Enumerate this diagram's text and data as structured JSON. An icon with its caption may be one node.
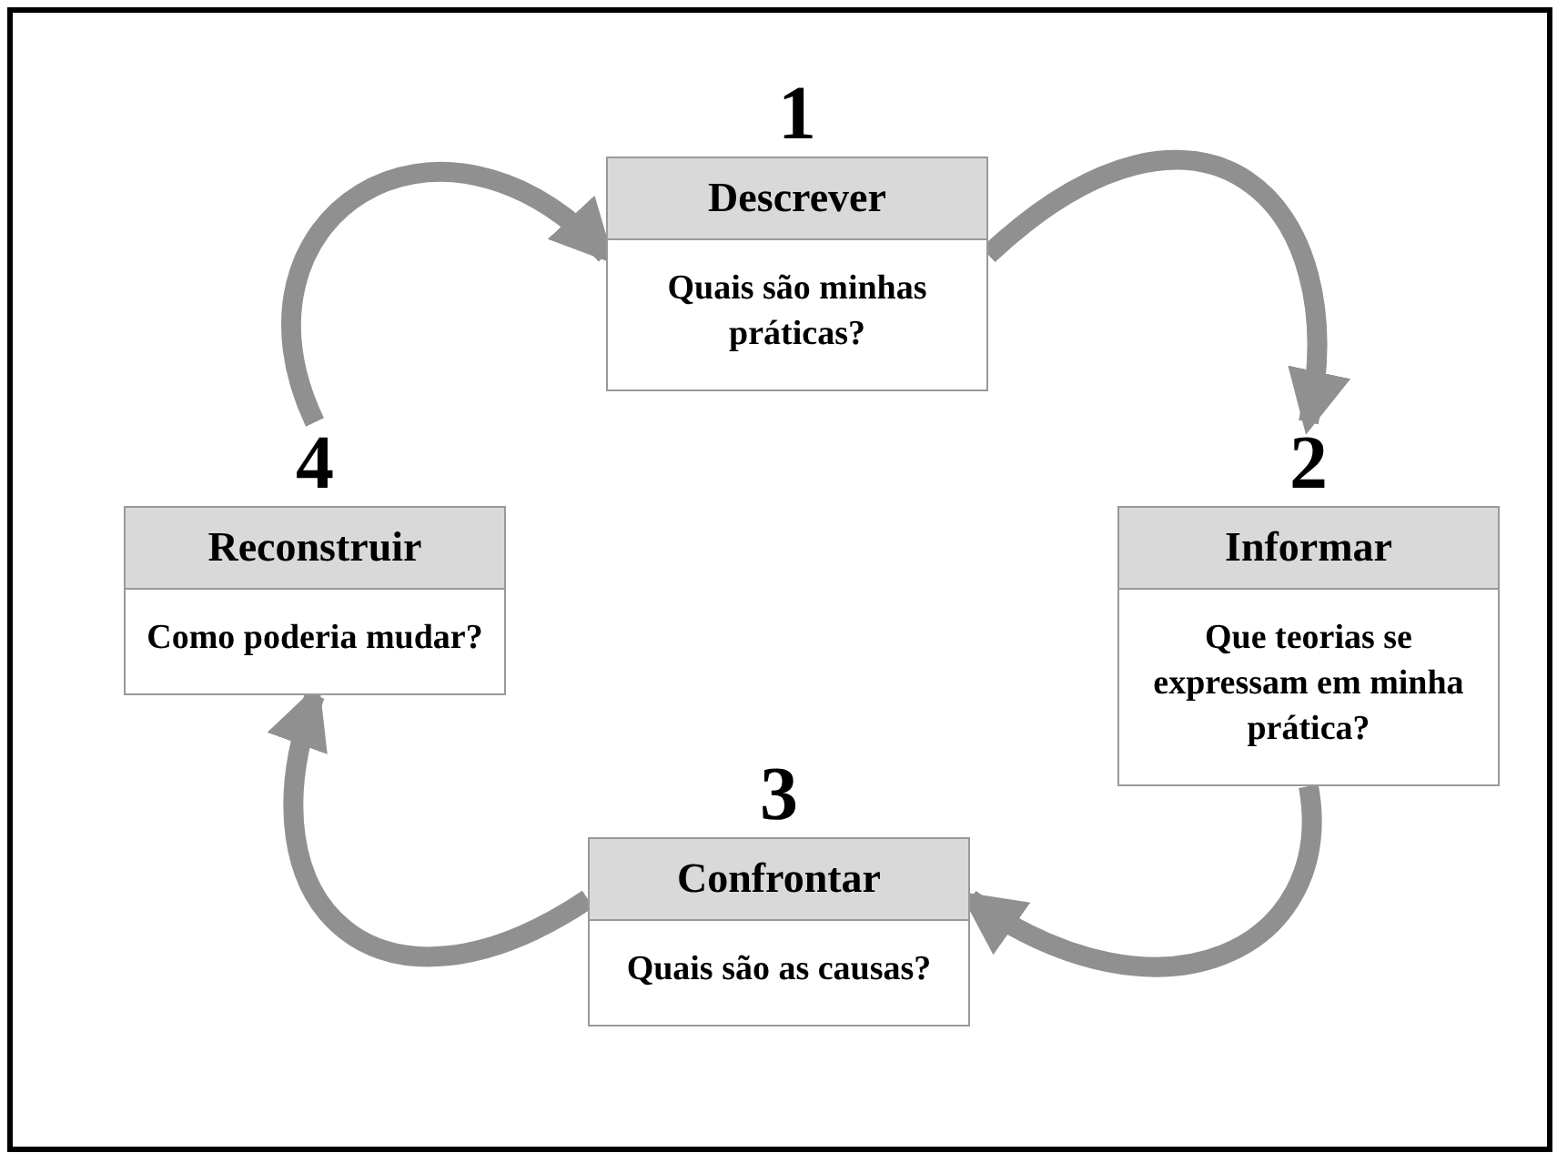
{
  "diagram": {
    "nodes": [
      {
        "text": [
          "1",
          "Descrever",
          "Quais são minhas práticas?"
        ]
      },
      {
        "text": [
          "2",
          "Informar",
          "Que teorias se expressam em minha prática?"
        ]
      },
      {
        "text": [
          "3",
          "Confrontar",
          "Quais são as causas?"
        ]
      },
      {
        "text": [
          "4",
          "Reconstruir",
          "Como poderia mudar?"
        ]
      }
    ],
    "edges": [
      {
        "from": 0,
        "to": 1,
        "arrow": "to"
      },
      {
        "from": 1,
        "to": 2,
        "arrow": "to"
      },
      {
        "from": 2,
        "to": 3,
        "arrow": "to"
      },
      {
        "from": 3,
        "to": 0,
        "arrow": "to"
      }
    ]
  }
}
